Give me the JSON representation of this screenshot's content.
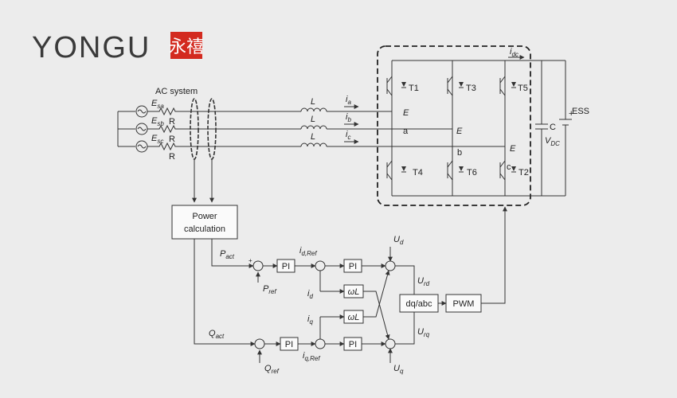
{
  "logo": {
    "text": "YONGU",
    "mark_chinese": "永禧",
    "mark_color": "#d32a1f",
    "text_color": "#3a3a3a"
  },
  "diagram": {
    "ac_system_label": "AC system",
    "sources": [
      {
        "main": "E",
        "sub": "sa"
      },
      {
        "main": "E",
        "sub": "sb"
      },
      {
        "main": "E",
        "sub": "sc"
      }
    ],
    "resistor_label": "R",
    "inductor_label": "L",
    "currents": [
      {
        "main": "i",
        "sub": "a"
      },
      {
        "main": "i",
        "sub": "b"
      },
      {
        "main": "i",
        "sub": "c"
      }
    ],
    "idc": {
      "main": "i",
      "sub": "dc"
    },
    "switches": [
      "T1",
      "T3",
      "T5",
      "T4",
      "T6",
      "T2"
    ],
    "node_e": "E",
    "nodes": [
      "a",
      "b",
      "c"
    ],
    "capacitor": "C",
    "vdc": {
      "main": "V",
      "sub": "DC"
    },
    "ess": "ESS",
    "power_block": [
      "Power",
      "calculation"
    ],
    "pact": {
      "main": "P",
      "sub": "act"
    },
    "pref": {
      "main": "P",
      "sub": "ref"
    },
    "qact": {
      "main": "Q",
      "sub": "act"
    },
    "qref": {
      "main": "Q",
      "sub": "ref"
    },
    "pi": "PI",
    "id_ref": {
      "main": "i",
      "sub": "d,Ref"
    },
    "iq_ref": {
      "main": "i",
      "sub": "q,Ref"
    },
    "id": {
      "main": "i",
      "sub": "d"
    },
    "iq": {
      "main": "i",
      "sub": "q"
    },
    "omega_l": "ωL",
    "ud": {
      "main": "U",
      "sub": "d"
    },
    "uq": {
      "main": "U",
      "sub": "q"
    },
    "urd": {
      "main": "U",
      "sub": "rd"
    },
    "urq": {
      "main": "U",
      "sub": "rq"
    },
    "dqabc": "dq/abc",
    "pwm": "PWM",
    "plus": "+",
    "minus": "-"
  }
}
